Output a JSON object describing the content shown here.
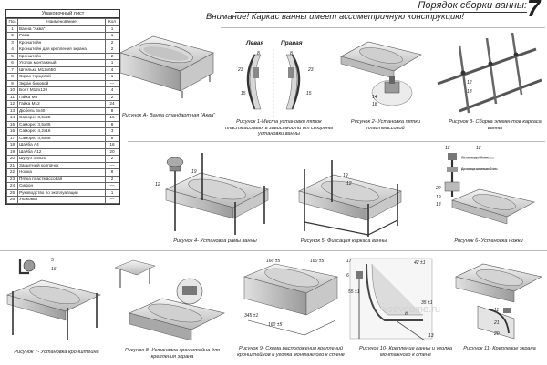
{
  "header": {
    "title": "Порядок сборки ванны:",
    "page_number": "7",
    "warning": "Внимание! Каркас ванны имеет ассиметричную конструкцию!"
  },
  "packing_list": {
    "title": "Упаковочный лист",
    "columns": [
      "Поз",
      "Наименование",
      "Кол"
    ],
    "rows": [
      [
        "1",
        "Ванна \"Аква\"",
        "1"
      ],
      [
        "2",
        "Рама",
        "1"
      ],
      [
        "3",
        "Кронштейн",
        "2"
      ],
      [
        "4",
        "Кронштейн для крепления экрана",
        "2"
      ],
      [
        "5",
        "Кронштейн",
        "2"
      ],
      [
        "6",
        "Уголок монтажный",
        "1"
      ],
      [
        "7",
        "Шпилька М12х650",
        "4"
      ],
      [
        "8",
        "Экран торцевой",
        "1"
      ],
      [
        "9",
        "Экран боковой",
        "—"
      ],
      [
        "10",
        "Болт М12х120",
        "4"
      ],
      [
        "11",
        "Гайка М5",
        "2"
      ],
      [
        "12",
        "Гайка М12",
        "24"
      ],
      [
        "13",
        "Дюбель 6х40",
        "8"
      ],
      [
        "14",
        "Саморез 3,5х25",
        "16"
      ],
      [
        "15",
        "Саморез 3,5х35",
        "8"
      ],
      [
        "16",
        "Саморез 4,2х16",
        "3"
      ],
      [
        "17",
        "Саморез 4,8х38",
        "8"
      ],
      [
        "18",
        "Шайба А4",
        "16"
      ],
      [
        "19",
        "Шайба А12",
        "20"
      ],
      [
        "20",
        "Шуруп 3,5х20",
        "2"
      ],
      [
        "21",
        "Защитный колпачок",
        "—"
      ],
      [
        "22",
        "Ножка",
        "8"
      ],
      [
        "23",
        "Пятка пластмассовая",
        "2"
      ],
      [
        "24",
        "Сифон",
        "—"
      ],
      [
        "25",
        "Руководство по эксплуатации",
        "1"
      ],
      [
        "26",
        "Упаковка",
        "—"
      ]
    ]
  },
  "figures": {
    "fig_a": "Рисунок А- Ванна стандартная \"Аква\"",
    "fig_1": "Рисунок 1-Места установки пяток пластмассовых в зависимости от стороны установки ванны",
    "fig_1_left": "Левая",
    "fig_1_right": "Правая",
    "fig_2": "Рисунок 2- Установка пятки пластмассовой",
    "fig_3": "Рисунок 3- Сборка элементов каркаса ванны",
    "fig_4": "Рисунок 4- Установка рамы ванны",
    "fig_5": "Рисунок 5- Фиксация каркаса ванны",
    "fig_6": "Рисунок 6- Установка ножки",
    "fig_7": "Рисунок 7- Установка кронштейна",
    "fig_8": "Рисунок 8- Установка кронштейна для крепления экрана",
    "fig_9": "Рисунок 9- Схема расположения креплений кронштейнов и уголка монтажного к стене",
    "fig_10": "Рисунок 10- Крепление ванны и уголка монтажного к стене",
    "fig_11": "Рисунок 11- Крепление экрана"
  },
  "labels": {
    "fig1": [
      "8",
      "23",
      "15",
      "8",
      "23",
      "15"
    ],
    "fig2": [
      "14",
      "18"
    ],
    "fig3": [
      "12",
      "18"
    ],
    "fig4": [
      "19",
      "12"
    ],
    "fig5": [
      "19",
      "12"
    ],
    "fig6": [
      "12",
      "22",
      "19",
      "18",
      "12"
    ],
    "fig6_notes": [
      "От пола до 55 мм",
      "До конца шпильки 2 мм"
    ],
    "fig7": [
      "5",
      "16"
    ],
    "fig9": [
      "160 ±5",
      "160 ±5",
      "160 ±5",
      "345 ±1"
    ],
    "fig10": [
      "17",
      "6",
      "13",
      "8",
      "42 ±1",
      "55 ±1",
      "35 ±1"
    ],
    "fig11": [
      "11",
      "21",
      "20"
    ]
  },
  "watermark": "vsevdome.ru"
}
